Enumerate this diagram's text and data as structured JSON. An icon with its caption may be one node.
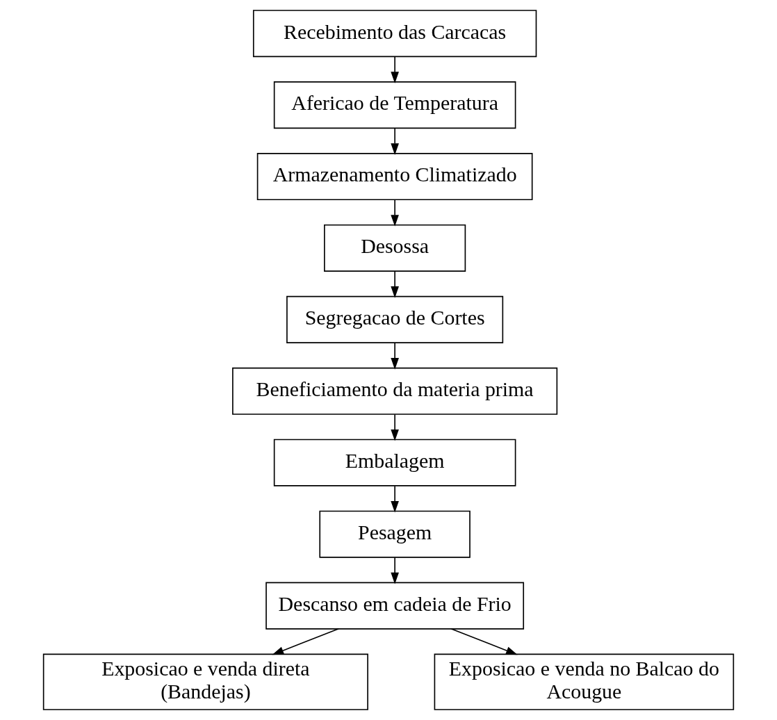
{
  "diagram": {
    "nodes": [
      {
        "text": [
          "Recebimento das Carcacas"
        ]
      },
      {
        "text": [
          "Afericao de Temperatura"
        ]
      },
      {
        "text": [
          "Armazenamento Climatizado"
        ]
      },
      {
        "text": [
          "Desossa"
        ]
      },
      {
        "text": [
          "Segregacao de Cortes"
        ]
      },
      {
        "text": [
          "Beneficiamento da materia prima"
        ]
      },
      {
        "text": [
          "Embalagem"
        ]
      },
      {
        "text": [
          "Pesagem"
        ]
      },
      {
        "text": [
          "Descanso em cadeia de Frio"
        ]
      },
      {
        "text": [
          "Exposicao e venda direta (Bandejas)"
        ]
      },
      {
        "text": [
          "Exposicao e venda no Balcao do Acougue"
        ]
      }
    ],
    "edges": [
      {
        "from": 0,
        "to": 1,
        "arrow": "to"
      },
      {
        "from": 1,
        "to": 2,
        "arrow": "to"
      },
      {
        "from": 2,
        "to": 3,
        "arrow": "to"
      },
      {
        "from": 3,
        "to": 4,
        "arrow": "to"
      },
      {
        "from": 4,
        "to": 5,
        "arrow": "to"
      },
      {
        "from": 5,
        "to": 6,
        "arrow": "to"
      },
      {
        "from": 6,
        "to": 7,
        "arrow": "to"
      },
      {
        "from": 7,
        "to": 8,
        "arrow": "to"
      },
      {
        "from": 8,
        "to": 9,
        "arrow": "to"
      },
      {
        "from": 8,
        "to": 10,
        "arrow": "to"
      }
    ]
  }
}
